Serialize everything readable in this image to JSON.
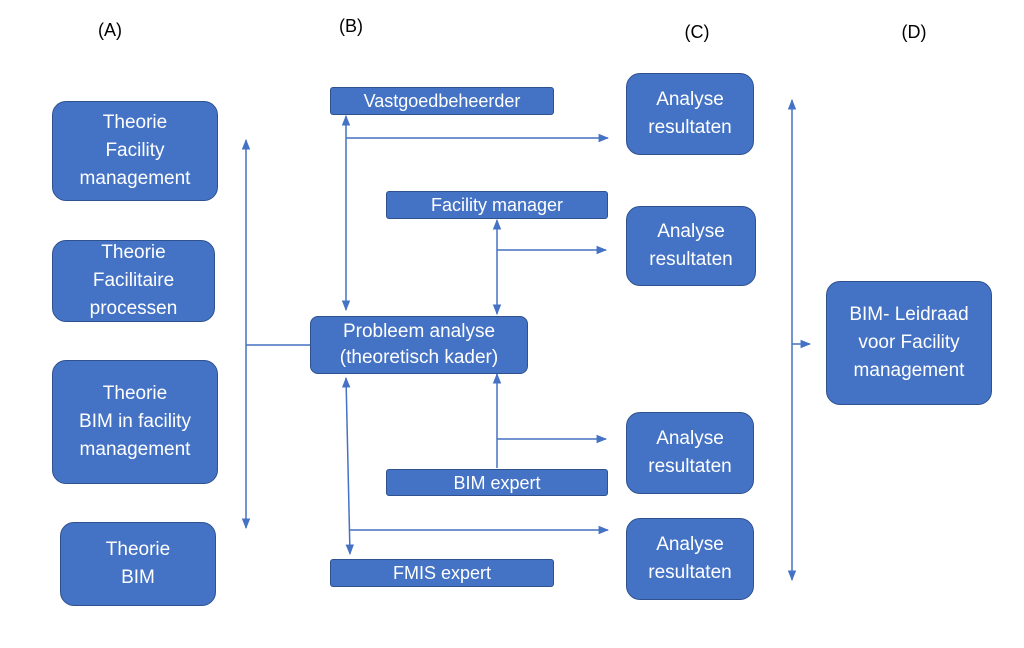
{
  "columns": {
    "a": "(A)",
    "b": "(B)",
    "c": "(C)",
    "d": "(D)"
  },
  "theory": [
    {
      "lines": [
        "Theorie",
        "Facility",
        "management"
      ]
    },
    {
      "lines": [
        "Theorie",
        "Facilitaire",
        "processen"
      ]
    },
    {
      "lines": [
        "Theorie",
        "BIM in facility",
        "management"
      ]
    },
    {
      "lines": [
        "Theorie",
        "BIM"
      ]
    }
  ],
  "stakeholders": {
    "vastgoed": "Vastgoedbeheerder",
    "facility_manager": "Facility manager",
    "bim_expert": "BIM expert",
    "fmis_expert": "FMIS expert"
  },
  "problem": {
    "lines": [
      "Probleem analyse",
      "(theoretisch kader)"
    ]
  },
  "results": [
    {
      "lines": [
        "Analyse",
        "resultaten"
      ]
    },
    {
      "lines": [
        "Analyse",
        "resultaten"
      ]
    },
    {
      "lines": [
        "Analyse",
        "resultaten"
      ]
    },
    {
      "lines": [
        "Analyse",
        "resultaten"
      ]
    }
  ],
  "outcome": {
    "lines": [
      "BIM- Leidraad",
      "voor Facility",
      "management"
    ]
  },
  "colors": {
    "box_fill": "#4472c4",
    "box_border": "#2f528f",
    "arrow": "#4472c4"
  }
}
